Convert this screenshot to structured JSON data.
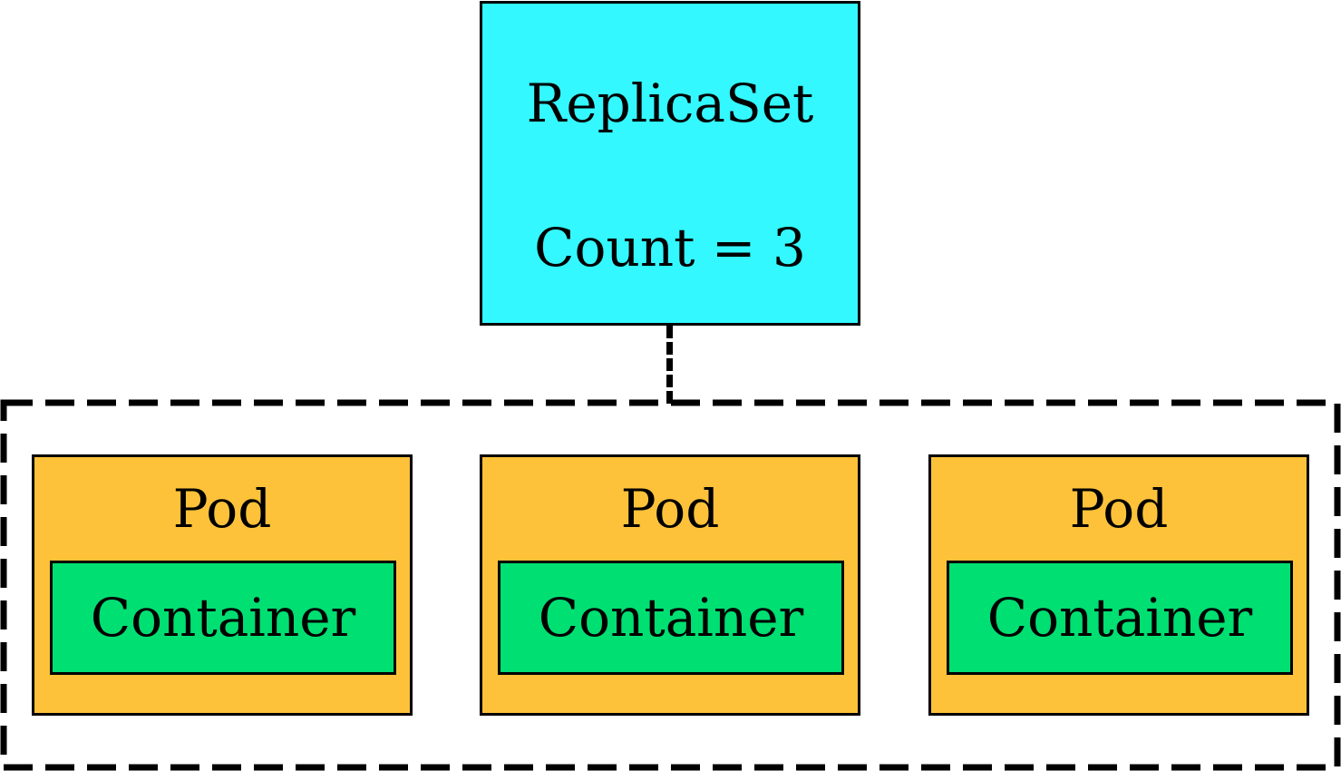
{
  "colors": {
    "replicaset_fill": "#33f8ff",
    "pod_fill": "#fdc239",
    "container_fill": "#00df72",
    "stroke": "#000000"
  },
  "replicaset": {
    "title": "ReplicaSet",
    "count_label": "Count = 3"
  },
  "pods": [
    {
      "label": "Pod",
      "container_label": "Container"
    },
    {
      "label": "Pod",
      "container_label": "Container"
    },
    {
      "label": "Pod",
      "container_label": "Container"
    }
  ]
}
